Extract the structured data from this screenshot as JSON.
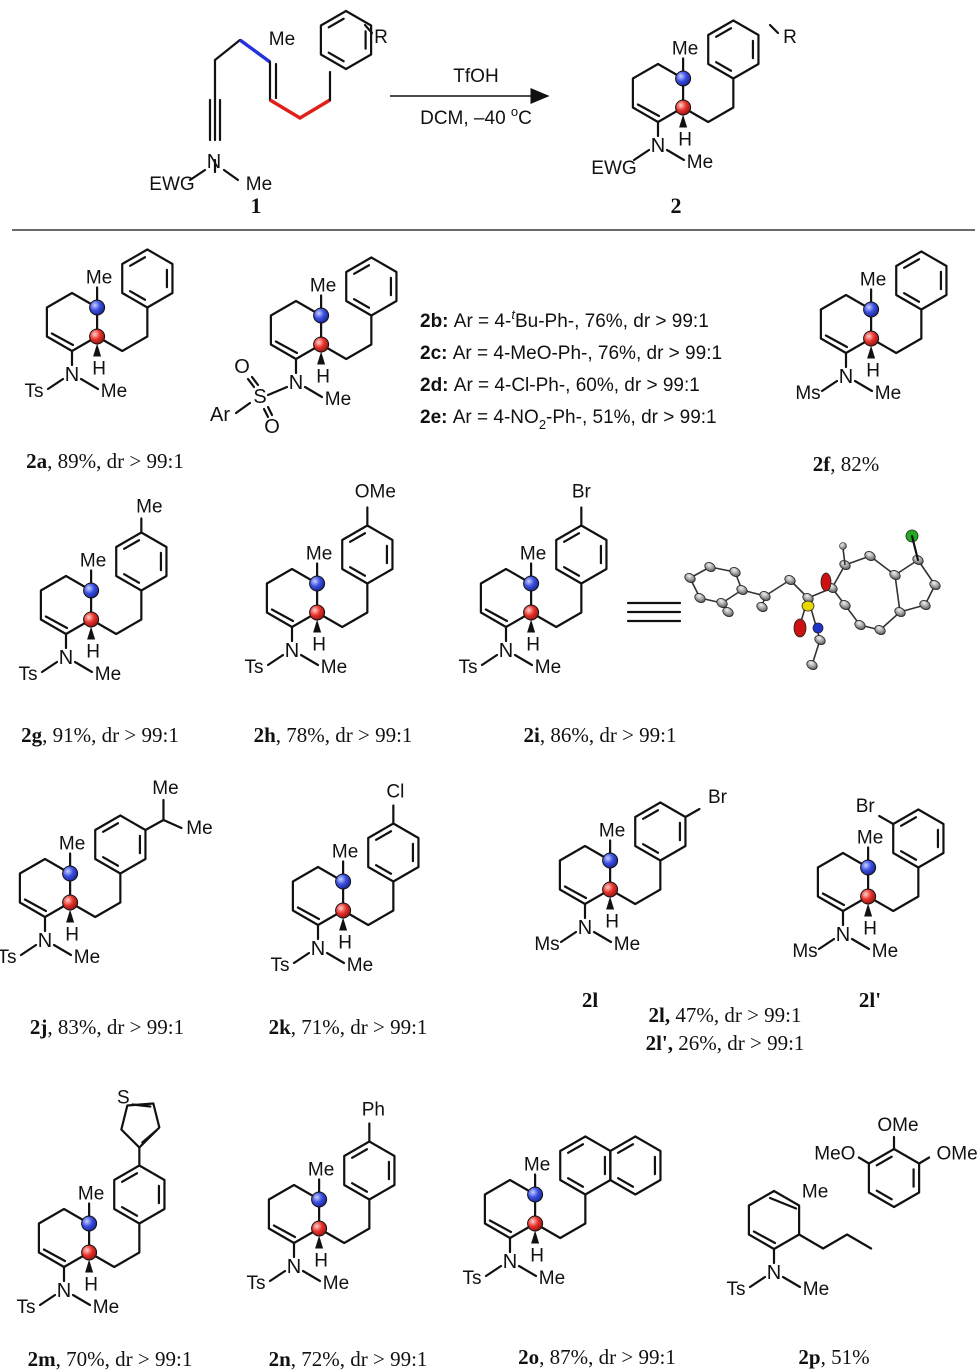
{
  "scheme": {
    "reactant": {
      "id": "1",
      "labels": [
        "EWG",
        "N",
        "Me",
        "Me",
        "R"
      ]
    },
    "arrow": {
      "reagent": "TfOH",
      "conditions": "DCM, –40 °C",
      "conditions_prefix": "DCM, –40 ",
      "conditions_sup": "o",
      "conditions_suffix": "C"
    },
    "product": {
      "id": "2",
      "labels": [
        "EWG",
        "N",
        "Me",
        "Me",
        "H",
        "R"
      ]
    }
  },
  "compounds": [
    {
      "id": "2a",
      "caption_id": "2a",
      "caption_rest": ", 89%, dr > 99:1",
      "n_group": "Ts",
      "substituent": ""
    },
    {
      "id": "2b-2e",
      "caption_id": "",
      "caption_rest": "",
      "n_group": "Ar",
      "substituent": ""
    },
    {
      "id": "2f",
      "caption_id": "2f",
      "caption_rest": ", 82%",
      "n_group": "Ms",
      "substituent": ""
    },
    {
      "id": "2g",
      "caption_id": "2g",
      "caption_rest": ", 91%, dr > 99:1",
      "n_group": "Ts",
      "substituent": "Me"
    },
    {
      "id": "2h",
      "caption_id": "2h",
      "caption_rest": ", 78%, dr > 99:1",
      "n_group": "Ts",
      "substituent": "OMe"
    },
    {
      "id": "2i",
      "caption_id": "2i",
      "caption_rest": ", 86%, dr > 99:1",
      "n_group": "Ts",
      "substituent": "Br"
    },
    {
      "id": "2j",
      "caption_id": "2j",
      "caption_rest": ", 83%, dr > 99:1",
      "n_group": "Ts",
      "substituent": "Me"
    },
    {
      "id": "2k",
      "caption_id": "2k",
      "caption_rest": ", 71%, dr > 99:1",
      "n_group": "Ts",
      "substituent": "Cl"
    },
    {
      "id": "2l",
      "caption_id": "2l",
      "caption_rest": "",
      "n_group": "Ms",
      "substituent": "Br"
    },
    {
      "id": "2l'",
      "caption_id": "2l'",
      "caption_rest": "",
      "n_group": "Ms",
      "substituent": "Br"
    },
    {
      "id": "2m",
      "caption_id": "2m",
      "caption_rest": ", 70%, dr > 99:1",
      "n_group": "Ts",
      "substituent": "S"
    },
    {
      "id": "2n",
      "caption_id": "2n",
      "caption_rest": ", 72%, dr > 99:1",
      "n_group": "Ts",
      "substituent": "Ph"
    },
    {
      "id": "2o",
      "caption_id": "2o",
      "caption_rest": ", 87%, dr > 99:1",
      "n_group": "Ts",
      "substituent": ""
    },
    {
      "id": "2p",
      "caption_id": "2p",
      "caption_rest": ", 51%",
      "n_group": "Ts",
      "substituent": "OMe"
    }
  ],
  "ar_list": [
    {
      "label": "2b:",
      "prefix": "Ar = 4-",
      "sup": "t",
      "suffix": "Bu-Ph-, 76%, dr > 99:1"
    },
    {
      "label": "2c:",
      "prefix": "Ar = 4-MeO-Ph-, 76%, dr > 99:1",
      "sup": "",
      "suffix": ""
    },
    {
      "label": "2d:",
      "prefix": "Ar = 4-Cl-Ph-, 60%, dr > 99:1",
      "sup": "",
      "suffix": ""
    },
    {
      "label": "2e:",
      "prefix": "Ar = 4-NO",
      "sub": "2",
      "suffix": "-Ph-, 51%, dr > 99:1"
    }
  ],
  "l_results": [
    {
      "id": "2l,",
      "rest": " 47%, dr > 99:1"
    },
    {
      "id": "2l',",
      "rest": " 26%, dr > 99:1"
    }
  ],
  "atoms": {
    "N": "N",
    "Me": "Me",
    "H": "H",
    "S": "S",
    "O": "O",
    "Br": "Br",
    "OMe": "OMe",
    "MeO": "MeO",
    "Cl": "Cl",
    "Ph": "Ph",
    "Ts": "Ts",
    "Ms": "Ms",
    "Ar": "Ar"
  },
  "colors": {
    "blue_center": "#3a4fe0",
    "red_center": "#e8322b",
    "bond": "#111111",
    "ellipsoid": "#9a9a9a",
    "ortep_N": "#2233cc",
    "ortep_O": "#cc1111",
    "ortep_S": "#e8d800",
    "ortep_Cl": "#22aa22"
  }
}
